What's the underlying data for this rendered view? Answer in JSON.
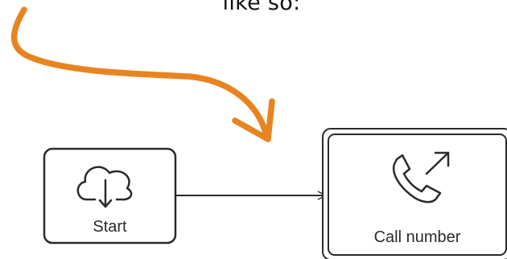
{
  "caption": "like so:",
  "annotation": {
    "arrow_color": "#e8841f"
  },
  "diagram": {
    "stroke_color": "#2a2a2a",
    "nodes": [
      {
        "id": "start",
        "label": "Start",
        "icon": "cloud-download-icon"
      },
      {
        "id": "call",
        "label": "Call number",
        "icon": "phone-outgoing-icon"
      }
    ],
    "edges": [
      {
        "from": "start",
        "to": "call"
      }
    ]
  }
}
